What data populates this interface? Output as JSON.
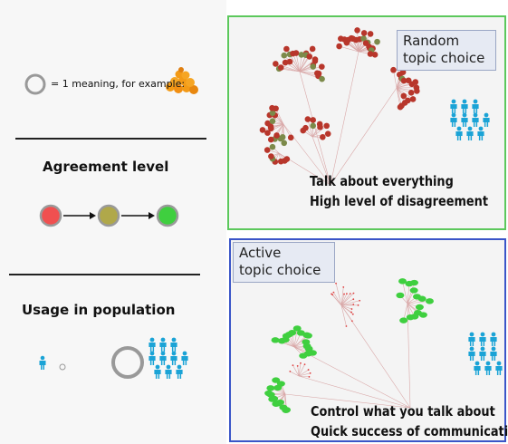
{
  "legend": {
    "meaning_text": "= 1 meaning, for example:",
    "agreement_heading": "Agreement level",
    "usage_heading": "Usage in population",
    "agreement_colors": [
      "#f05050",
      "#b0a84a",
      "#3fcf3f"
    ]
  },
  "panels": {
    "random": {
      "label_line1": "Random",
      "label_line2": "topic choice",
      "caption_line1": "Talk about everything",
      "caption_line2": "High level of disagreement",
      "border_color": "#5cc85c"
    },
    "active": {
      "label_line1": "Active",
      "label_line2": "topic choice",
      "caption_line1": "Control what you talk about",
      "caption_line2": "Quick success of communication",
      "border_color": "#3a55c8"
    }
  },
  "colors": {
    "disagree_node": "#b8362b",
    "mixed_node": "#7c8a4a",
    "agree_node": "#3fcf3f",
    "person": "#1aa3d6"
  }
}
